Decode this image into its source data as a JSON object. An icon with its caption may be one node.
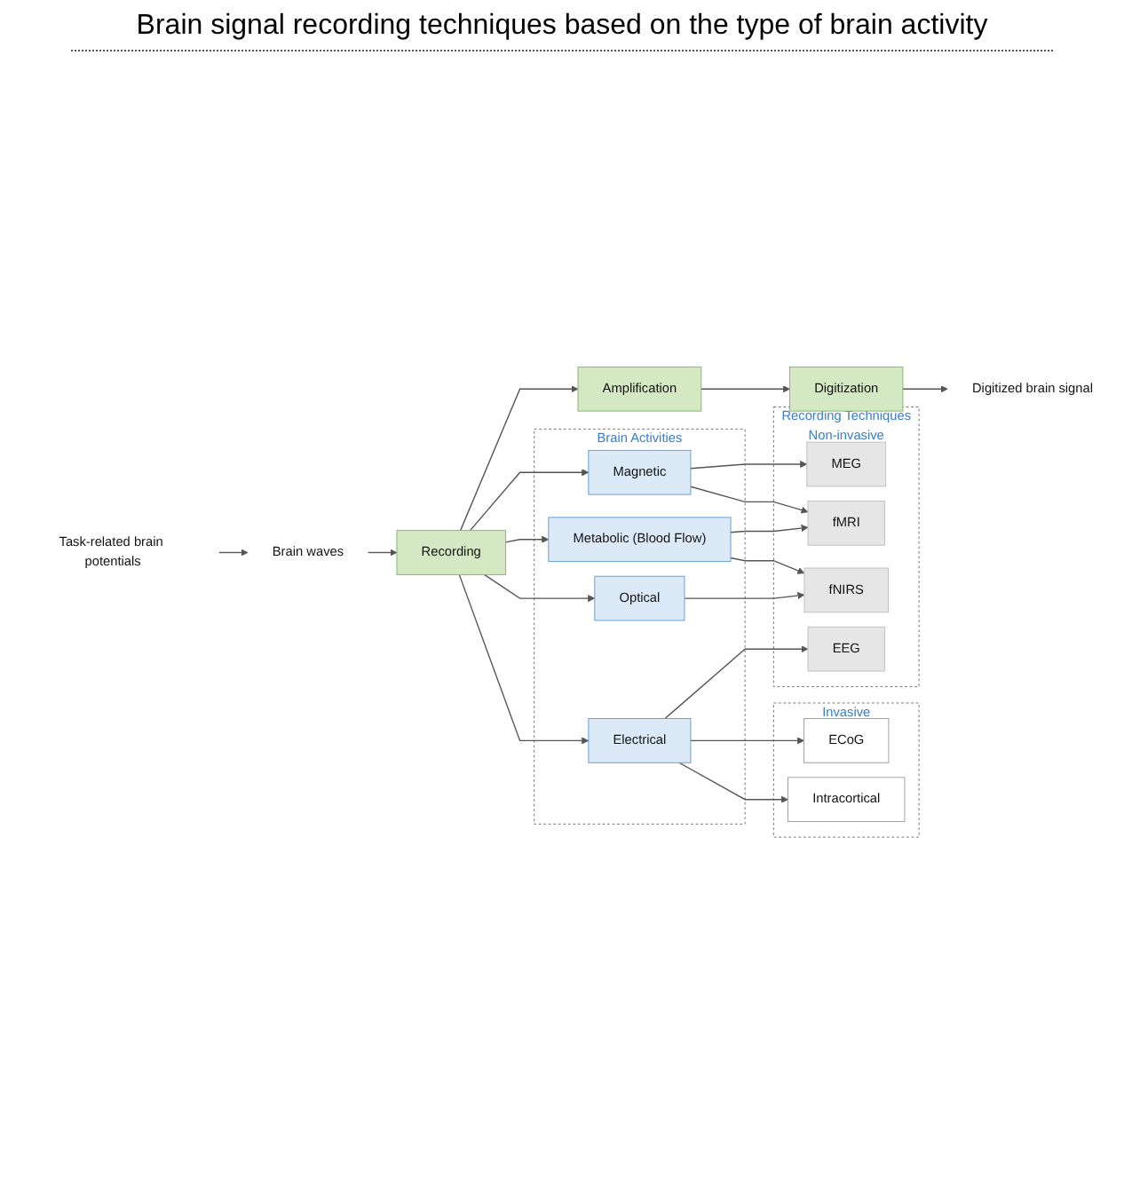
{
  "diagram": {
    "title": "Brain signal recording techniques based on the type of brain activity",
    "nodes": [
      {
        "text": [
          "Task-related brain potentials"
        ]
      },
      {
        "text": [
          "Brain waves"
        ]
      },
      {
        "text": [
          "Recording"
        ]
      },
      {
        "text": [
          "Amplification"
        ]
      },
      {
        "text": [
          "Digitization"
        ]
      },
      {
        "text": [
          "Digitized brain signal"
        ]
      },
      {
        "text": [
          "Brain Activities"
        ]
      },
      {
        "text": [
          "Magnetic"
        ],
        "in": 6
      },
      {
        "text": [
          "Metabolic (Blood Flow)"
        ],
        "in": 6
      },
      {
        "text": [
          "Optical"
        ],
        "in": 6
      },
      {
        "text": [
          "Electrical"
        ],
        "in": 6
      },
      {
        "text": [
          "Recording Techniques",
          "Non-invasive"
        ]
      },
      {
        "text": [
          "MEG"
        ],
        "in": 11
      },
      {
        "text": [
          "fMRI"
        ],
        "in": 11
      },
      {
        "text": [
          "fNIRS"
        ],
        "in": 11
      },
      {
        "text": [
          "EEG"
        ],
        "in": 11
      },
      {
        "text": [
          "Invasive"
        ]
      },
      {
        "text": [
          "ECoG"
        ],
        "in": 16
      },
      {
        "text": [
          "Intracortical"
        ],
        "in": 16
      }
    ],
    "edges": [
      {
        "from": 0,
        "to": 1,
        "arrow": "to"
      },
      {
        "from": 1,
        "to": 2,
        "arrow": "to"
      },
      {
        "from": 2,
        "to": 3,
        "arrow": "to"
      },
      {
        "from": 3,
        "to": 4,
        "arrow": "to"
      },
      {
        "from": 4,
        "to": 5,
        "arrow": "to"
      },
      {
        "from": 2,
        "to": 7,
        "arrow": "to"
      },
      {
        "from": 2,
        "to": 8,
        "arrow": "to"
      },
      {
        "from": 2,
        "to": 9,
        "arrow": "to"
      },
      {
        "from": 2,
        "to": 10,
        "arrow": "to"
      },
      {
        "from": 7,
        "to": 12,
        "arrow": "to"
      },
      {
        "from": 7,
        "to": 13,
        "arrow": "to"
      },
      {
        "from": 8,
        "to": 13,
        "arrow": "to"
      },
      {
        "from": 8,
        "to": 14,
        "arrow": "to"
      },
      {
        "from": 9,
        "to": 14,
        "arrow": "to"
      },
      {
        "from": 10,
        "to": 15,
        "arrow": "to"
      },
      {
        "from": 10,
        "to": 17,
        "arrow": "to"
      },
      {
        "from": 10,
        "to": 18,
        "arrow": "to"
      }
    ]
  }
}
